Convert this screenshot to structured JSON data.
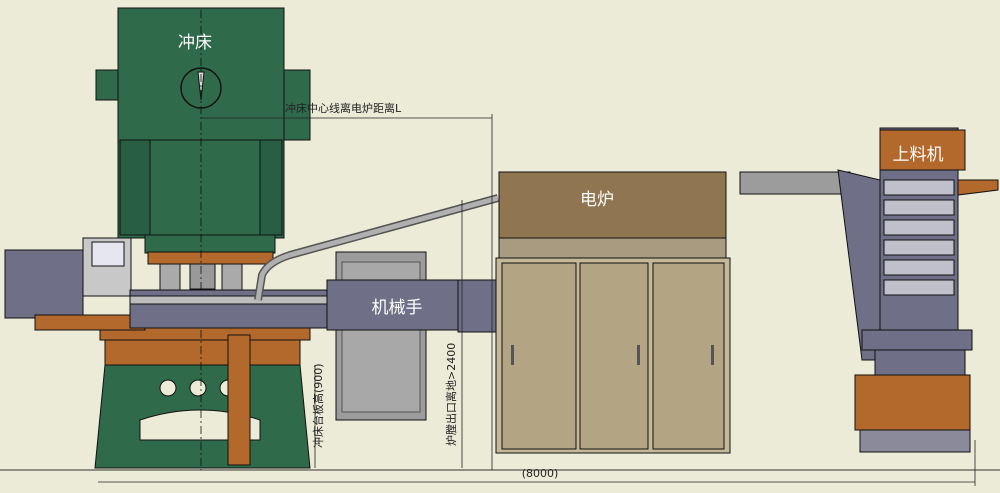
{
  "labels": {
    "press": "冲床",
    "furnace": "电炉",
    "manipulator": "机械手",
    "feeder": "上料机"
  },
  "dimensions": {
    "press_to_furnace": "冲床中心线离电炉距离L",
    "press_table_height": "冲床台板高(900)",
    "furnace_outlet_height": "炉膛出口离地>2400",
    "total_length": "(8000)"
  },
  "colors": {
    "background": "#ecebd8",
    "press_green": "#2f6b4b",
    "orange": "#b4692c",
    "steel": "#6f7088",
    "furnace_top": "#8f7550",
    "door": "#b3a584",
    "grey": "#9c9c9c"
  }
}
